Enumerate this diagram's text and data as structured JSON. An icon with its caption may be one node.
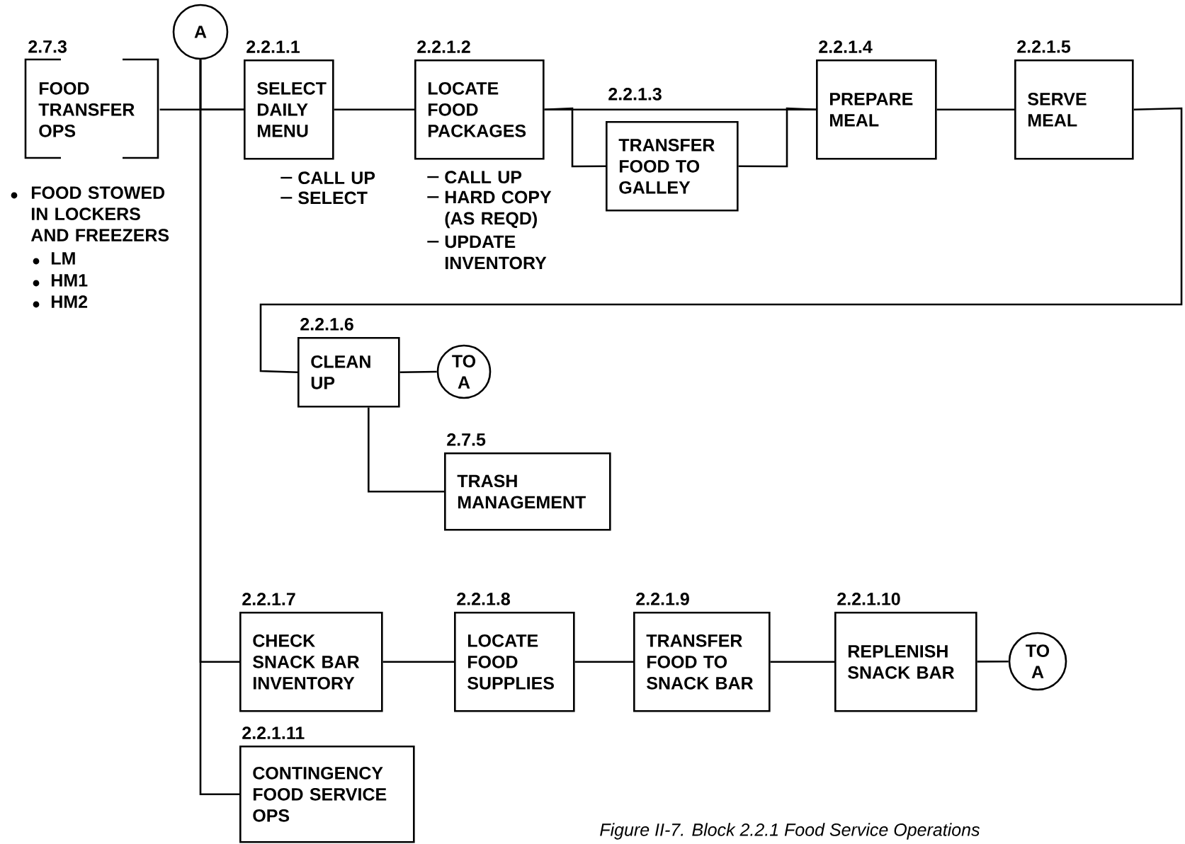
{
  "diagram": {
    "caption": "Figure II-7.   Block 2.2.1 Food Service Operations",
    "nodes": [
      {
        "text": [
          "A"
        ]
      },
      {
        "text": [
          "2.7.3",
          "FOOD TRANSFER OPS"
        ]
      },
      {
        "text": [
          "2.2.1.1",
          "SELECT DAILY MENU"
        ],
        "beside": [
          "CALL UP",
          "SELECT"
        ]
      },
      {
        "text": [
          "2.2.1.2",
          "LOCATE FOOD PACKAGES"
        ],
        "beside": [
          "CALL UP",
          "HARD COPY (AS REQD)",
          "UPDATE INVENTORY"
        ]
      },
      {
        "text": [
          "2.2.1.3",
          "TRANSFER FOOD TO GALLEY"
        ]
      },
      {
        "text": [
          "2.2.1.4",
          "PREPARE MEAL"
        ]
      },
      {
        "text": [
          "2.2.1.5",
          "SERVE MEAL"
        ]
      },
      {
        "text": [
          "2.2.1.6",
          "CLEAN UP"
        ]
      },
      {
        "text": [
          "TO A"
        ]
      },
      {
        "text": [
          "2.7.5",
          "TRASH MANAGEMENT"
        ]
      },
      {
        "text": [
          "2.2.1.7",
          "CHECK SNACK BAR INVENTORY"
        ]
      },
      {
        "text": [
          "2.2.1.8",
          "LOCATE FOOD SUPPLIES"
        ]
      },
      {
        "text": [
          "2.2.1.9",
          "TRANSFER FOOD TO SNACK BAR"
        ]
      },
      {
        "text": [
          "2.2.1.10",
          "REPLENISH SNACK BAR"
        ]
      },
      {
        "text": [
          "TO A"
        ]
      },
      {
        "text": [
          "2.2.1.11",
          "CONTINGENCY FOOD SERVICE OPS"
        ]
      }
    ],
    "edges": [
      {
        "from": 0,
        "to": 2,
        "arrow": "none"
      },
      {
        "from": 1,
        "to": 2,
        "arrow": "none"
      },
      {
        "from": 2,
        "to": 3,
        "arrow": "none"
      },
      {
        "from": 3,
        "to": 4,
        "arrow": "none"
      },
      {
        "from": 4,
        "to": 5,
        "arrow": "none"
      },
      {
        "from": 3,
        "to": 5,
        "arrow": "none"
      },
      {
        "from": 5,
        "to": 6,
        "arrow": "none"
      },
      {
        "from": 6,
        "to": 7,
        "arrow": "none"
      },
      {
        "from": 7,
        "to": 8,
        "arrow": "none"
      },
      {
        "from": 7,
        "to": 9,
        "arrow": "none"
      },
      {
        "from": 0,
        "to": 10,
        "arrow": "none"
      },
      {
        "from": 10,
        "to": 11,
        "arrow": "none"
      },
      {
        "from": 11,
        "to": 12,
        "arrow": "none"
      },
      {
        "from": 12,
        "to": 13,
        "arrow": "none"
      },
      {
        "from": 13,
        "to": 14,
        "arrow": "none"
      },
      {
        "from": 0,
        "to": 15,
        "arrow": "none"
      }
    ],
    "labels": [
      "FOOD STOWED IN LOCKERS AND FREEZERS",
      "LM",
      "HM1",
      "HM2"
    ]
  }
}
